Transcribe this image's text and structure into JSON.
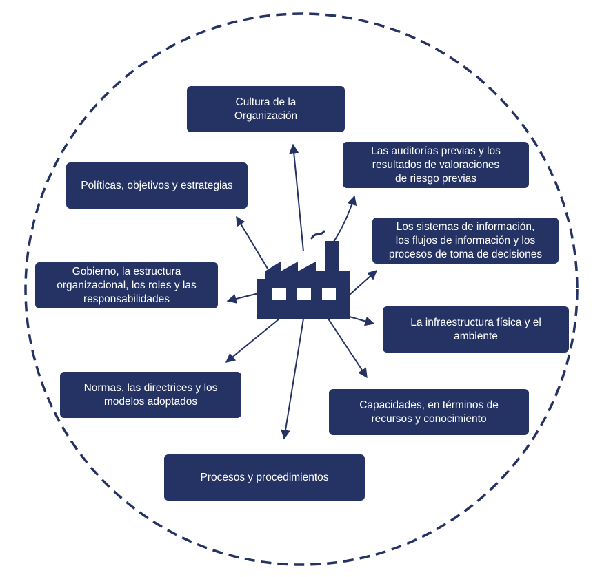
{
  "colors": {
    "navy": "#243264",
    "text": "#ffffff",
    "background": "#ffffff"
  },
  "center_icon": "factory-icon",
  "boxes": {
    "cultura": "Cultura de la\nOrganización",
    "auditorias": "Las auditorías previas y los\nresultados de valoraciones\nde riesgo previas",
    "politicas": "Políticas, objetivos y estrategias",
    "sistemas": "Los sistemas de información,\nlos flujos de información y los\nprocesos de toma de decisiones",
    "gobierno": "Gobierno, la estructura\norganizacional, los roles y las\nresponsabilidades",
    "infraestructura": "La infraestructura física y el\nambiente",
    "normas": "Normas, las directrices y los\nmodelos adoptados",
    "capacidades": "Capacidades, en términos de\nrecursos y conocimiento",
    "procesos": "Procesos y procedimientos"
  }
}
